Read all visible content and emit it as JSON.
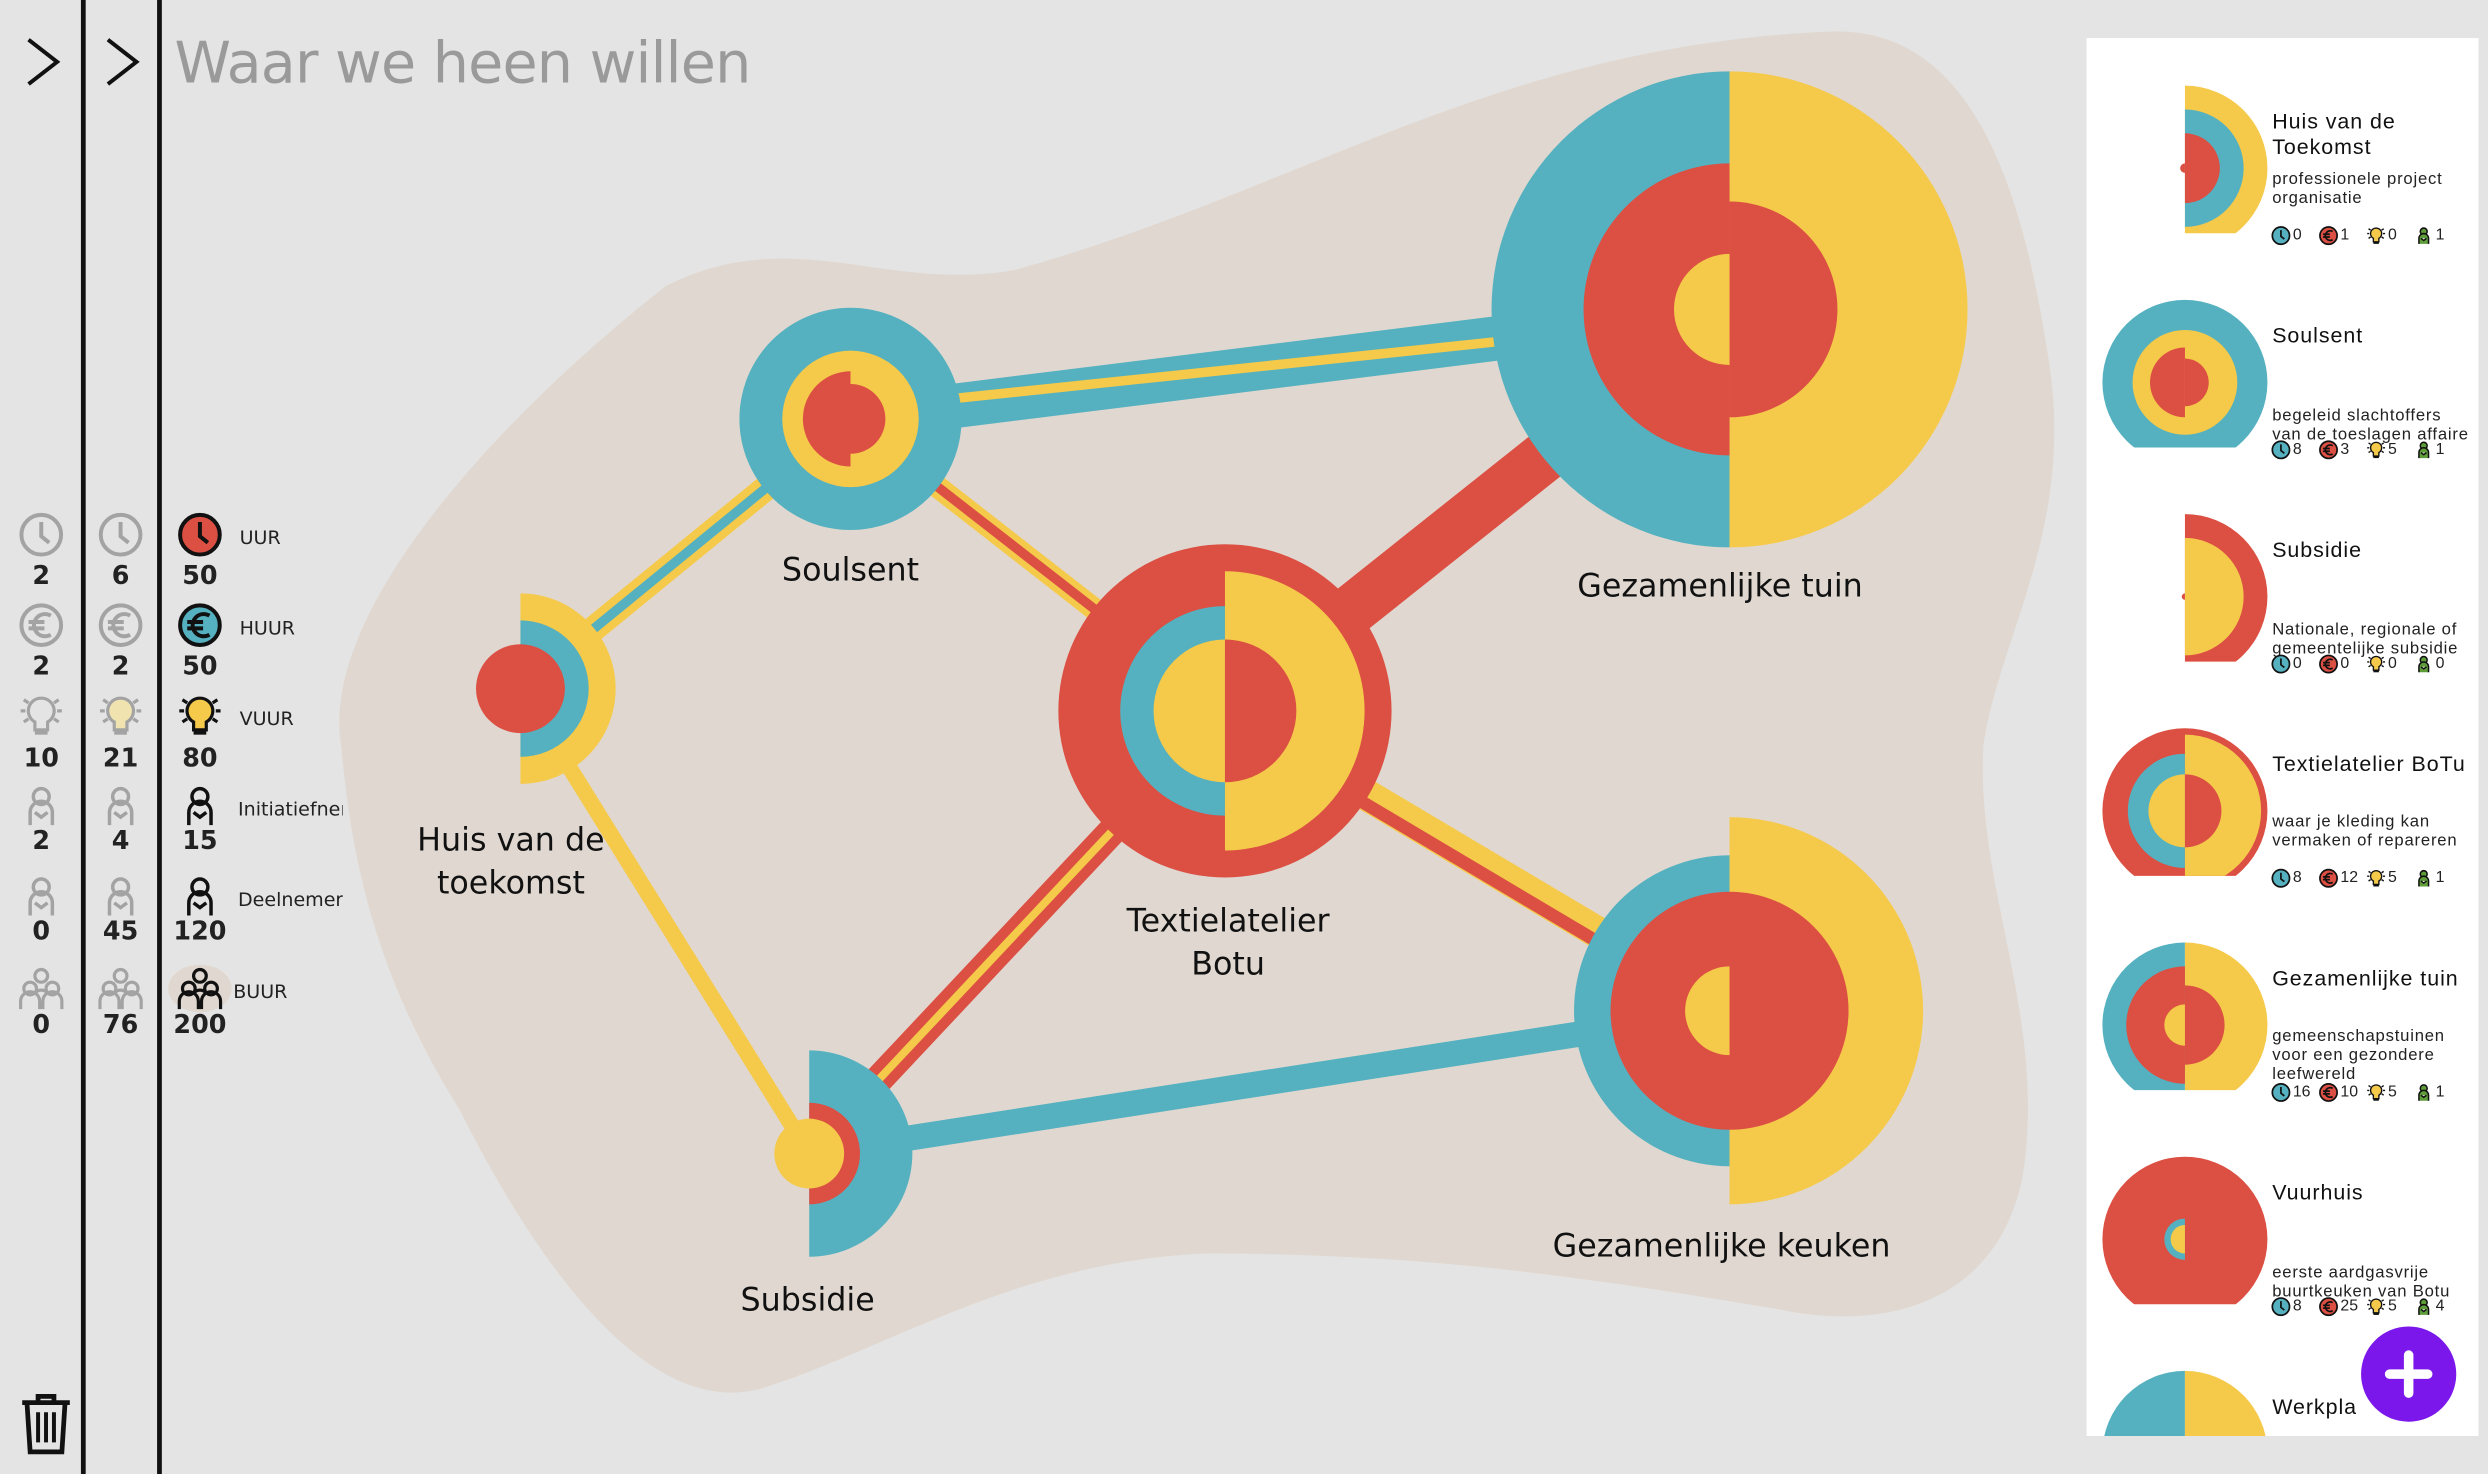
{
  "header": {
    "title": "Waar we heen willen"
  },
  "colors": {
    "teal": "#55b1bf",
    "yellow": "#f5c94a",
    "red": "#dc4f43",
    "blob": "#e0d8d0",
    "fab": "#7b17ea",
    "person": "#5f9c3a"
  },
  "stats": {
    "rows": [
      {
        "icon": "clock-icon",
        "label": "UUR",
        "values": [
          "2",
          "6",
          "50"
        ]
      },
      {
        "icon": "euro-icon",
        "label": "HUUR",
        "values": [
          "2",
          "2",
          "50"
        ]
      },
      {
        "icon": "lightbulb-icon",
        "label": "VUUR",
        "values": [
          "10",
          "21",
          "80"
        ]
      },
      {
        "icon": "person-icon",
        "label": "Initiatiefnen",
        "values": [
          "2",
          "4",
          "15"
        ]
      },
      {
        "icon": "person-icon",
        "label": "Deelnemers",
        "values": [
          "0",
          "45",
          "120"
        ]
      },
      {
        "icon": "group-icon",
        "label": "BUUR",
        "values": [
          "0",
          "76",
          "200"
        ]
      }
    ]
  },
  "map": {
    "nodes": [
      {
        "id": "tuin",
        "label": "Gezamenlijke tuin"
      },
      {
        "id": "soulsent",
        "label": "Soulsent"
      },
      {
        "id": "huis",
        "label": "Huis van de toekomst",
        "lines": [
          "Huis van de",
          "toekomst"
        ]
      },
      {
        "id": "textiel",
        "label": "Textielatelier Botu",
        "lines": [
          "Textielatelier",
          "Botu"
        ]
      },
      {
        "id": "keuken",
        "label": "Gezamenlijke keuken"
      },
      {
        "id": "subsidie",
        "label": "Subsidie"
      }
    ]
  },
  "cards": [
    {
      "title": "Huis van de Toekomst",
      "description": "professionele project organisatie",
      "uur": "0",
      "huur": "1",
      "vuur": "0",
      "people": "1"
    },
    {
      "title": "Soulsent",
      "description": "begeleid slachtoffers van de toeslagen affaire",
      "uur": "8",
      "huur": "3",
      "vuur": "5",
      "people": "1"
    },
    {
      "title": "Subsidie",
      "description": "Nationale, regionale of gemeentelijke subsidie",
      "uur": "0",
      "huur": "0",
      "vuur": "0",
      "people": "0"
    },
    {
      "title": "Textielatelier BoTu",
      "description": "waar je kleding kan vermaken of repareren",
      "uur": "8",
      "huur": "12",
      "vuur": "5",
      "people": "1"
    },
    {
      "title": "Gezamenlijke tuin",
      "description": "gemeenschapstuinen voor een gezondere leefwereld",
      "uur": "16",
      "huur": "10",
      "vuur": "5",
      "people": "1"
    },
    {
      "title": "Vuurhuis",
      "description": "eerste aardgasvrije buurtkeuken van Botu",
      "uur": "8",
      "huur": "25",
      "vuur": "5",
      "people": "4"
    },
    {
      "title": "Werkpla",
      "description": "",
      "uur": "",
      "huur": "",
      "vuur": "",
      "people": ""
    }
  ]
}
